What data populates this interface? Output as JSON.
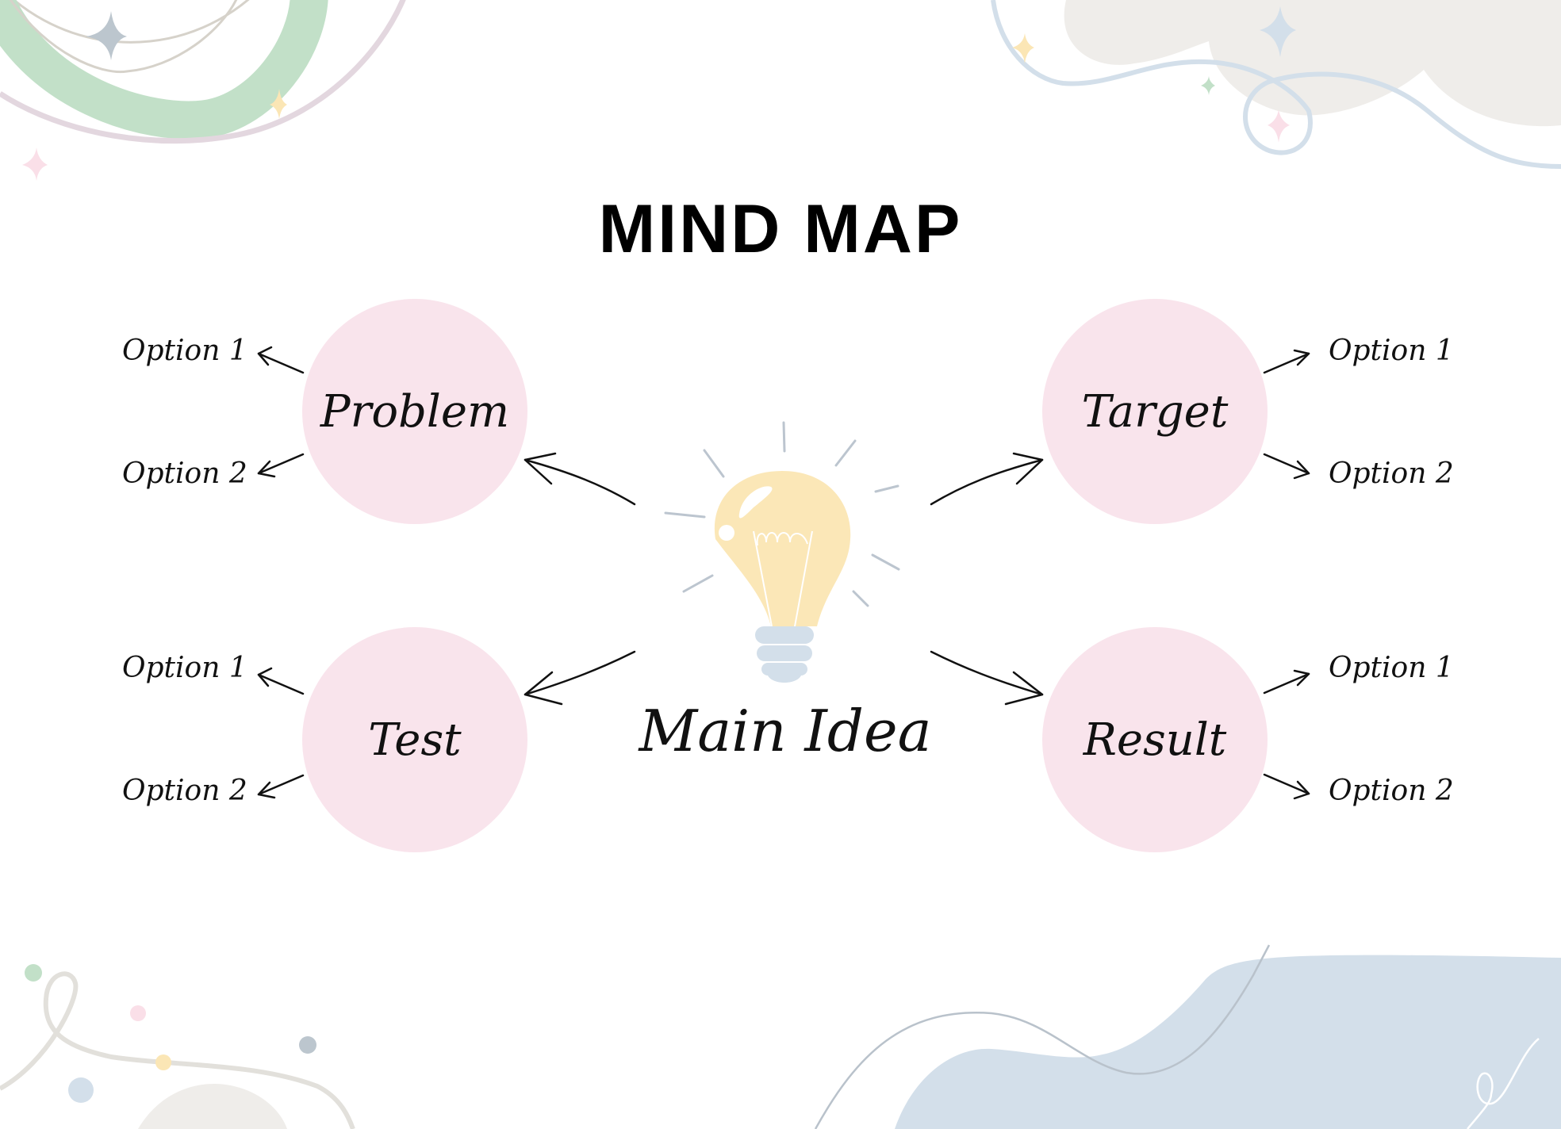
{
  "title": "MIND MAP",
  "main_idea": {
    "label": "Main Idea",
    "icon": "lightbulb-icon"
  },
  "nodes": [
    {
      "id": "problem",
      "label": "Problem",
      "options": [
        "Option 1",
        "Option 2"
      ],
      "side": "left"
    },
    {
      "id": "target",
      "label": "Target",
      "options": [
        "Option 1",
        "Option 2"
      ],
      "side": "right"
    },
    {
      "id": "test",
      "label": "Test",
      "options": [
        "Option 1",
        "Option 2"
      ],
      "side": "left"
    },
    {
      "id": "result",
      "label": "Result",
      "options": [
        "Option 1",
        "Option 2"
      ],
      "side": "right"
    }
  ],
  "colors": {
    "node_fill": "#f9e4ec",
    "bulb_glass": "#fbe7b7",
    "bulb_base": "#d3dfeb",
    "ray": "#bcc5cf",
    "deco_green": "#c2e0c8",
    "deco_mauve": "#e3d7df",
    "deco_beige": "#efedea",
    "deco_blue": "#d3dfea"
  }
}
